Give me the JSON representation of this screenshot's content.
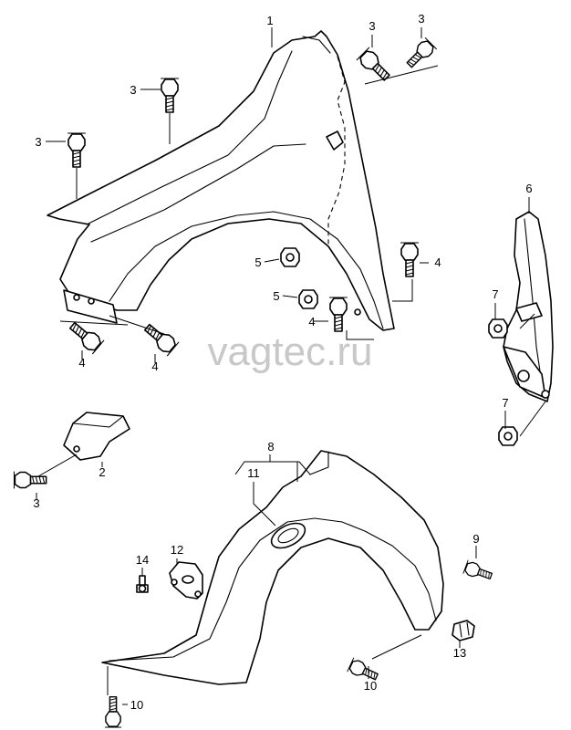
{
  "watermark": "vagtec.ru",
  "callouts": {
    "c1": "1",
    "c2": "2",
    "c3a": "3",
    "c3b": "3",
    "c3c": "3",
    "c3d": "3",
    "c3e": "3",
    "c4a": "4",
    "c4b": "4",
    "c4c": "4",
    "c4d": "4",
    "c5a": "5",
    "c5b": "5",
    "c6": "6",
    "c7a": "7",
    "c7b": "7",
    "c8": "8",
    "c9": "9",
    "c10a": "10",
    "c10b": "10",
    "c11": "11",
    "c12": "12",
    "c13": "13",
    "c14": "14"
  }
}
